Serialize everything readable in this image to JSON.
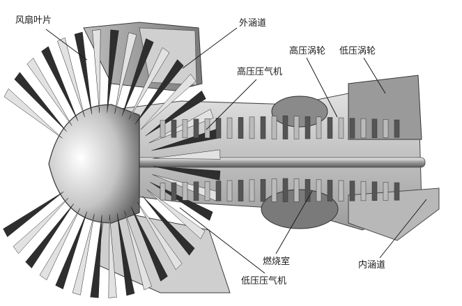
{
  "labels": {
    "fan_blades": "风扇叶片",
    "outer_bypass": "外涵道",
    "hp_turbine": "高压涡轮",
    "lp_turbine": "低压涡轮",
    "hp_compressor": "高压压气机",
    "combustor": "燃烧室",
    "inner_bypass": "内涵道",
    "lp_compressor": "低压压气机"
  },
  "colors": {
    "metal_dark": "#3a3a3a",
    "metal_mid": "#8a8a8a",
    "metal_light": "#d8d8d8",
    "ink": "#1a1a1a"
  }
}
